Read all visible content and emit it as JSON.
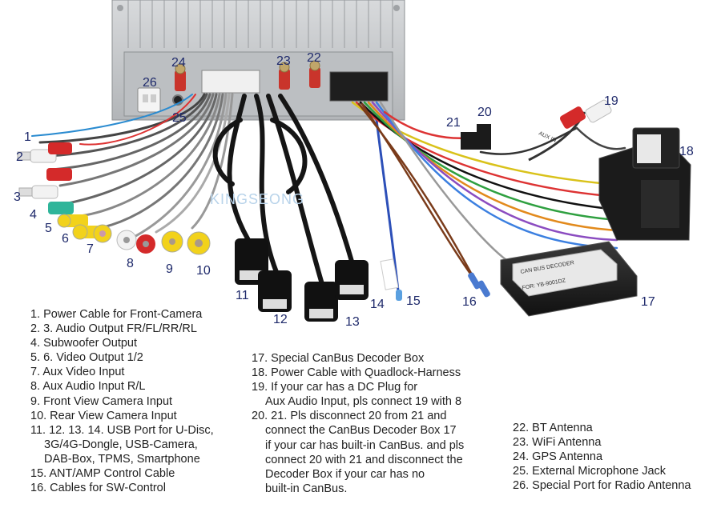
{
  "watermark": "KINGSEONG",
  "device_labels": {
    "decoder_line1": "CAN BUS DECODER",
    "decoder_line2": "FOR: YB-9001DZ",
    "aux_in": "AUX IN"
  },
  "callouts": [
    "1",
    "2",
    "3",
    "4",
    "5",
    "6",
    "7",
    "8",
    "9",
    "10",
    "11",
    "12",
    "13",
    "14",
    "15",
    "16",
    "17",
    "18",
    "19",
    "20",
    "21",
    "22",
    "23",
    "24",
    "25",
    "26"
  ],
  "legend_left": [
    "1. Power Cable for Front-Camera",
    "2. 3. Audio Output FR/FL/RR/RL",
    "4. Subwoofer Output",
    "5. 6. Video Output 1/2",
    "7. Aux Video Input",
    "8. Aux Audio Input R/L",
    "9. Front View Camera Input",
    "10. Rear View Camera Input",
    "11. 12. 13. 14. USB Port for U-Disc,",
    "3G/4G-Dongle, USB-Camera,",
    "DAB-Box, TPMS, Smartphone",
    "15. ANT/AMP Control Cable",
    "16. Cables for SW-Control"
  ],
  "legend_mid": [
    "17. Special CanBus Decoder Box",
    "18. Power Cable with Quadlock-Harness",
    "19. If your car has a DC Plug for",
    "Aux Audio Input, pls connect 19 with 8",
    "20. 21. Pls disconnect 20 from 21 and",
    "connect the CanBus Decoder Box 17",
    "if your car has built-in CanBus. and pls",
    "connect 20 with 21 and disconnect the",
    "Decoder Box if your car has no",
    "built-in CanBus."
  ],
  "legend_right": [
    "22. BT Antenna",
    "23. WiFi Antenna",
    "24. GPS Antenna",
    "25. External Microphone Jack",
    "26. Special Port for Radio Antenna"
  ],
  "colors": {
    "callout_text": "#1f2a6b",
    "chassis": "#c6c8cb",
    "rca_red": "#d42a2a",
    "rca_yellow": "#f2d21b",
    "rca_white": "#f2f2f2",
    "rca_green": "#2fb59a",
    "connector_black": "#1b1b1b"
  }
}
